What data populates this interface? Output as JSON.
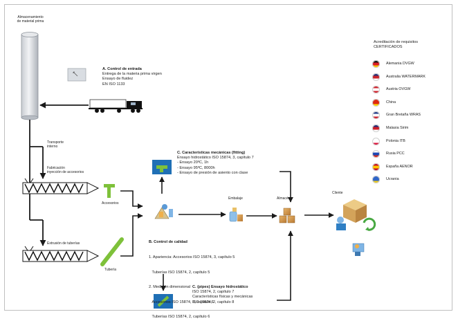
{
  "storage": {
    "title_lines": [
      "Almacenamiento",
      "de material prima"
    ]
  },
  "transport": {
    "title_lines": [
      "Transporte",
      "interno"
    ]
  },
  "section_a": {
    "title": "A. Control de entrada",
    "lines": [
      "Entrega de la materia prima virgen",
      "Ensayo de fluidez",
      "EN ISO 1133"
    ]
  },
  "injection": {
    "title_lines": [
      "Fabricación",
      "inyección de accesorios"
    ]
  },
  "accessories_label": "Accesorios",
  "extrusion": {
    "title": "Extrusión de tuberías"
  },
  "pipe_label": "Tubería",
  "section_c_top": {
    "title": "C. Características mecánicas (fitting)",
    "lines": [
      "Ensayo hidrostático ISO 15874, 3, capítulo 7",
      "- Ensayo 20ºC, 1h",
      "- Ensayo 95ºC, 8000h",
      "- Ensayo de presión de asiento con clase"
    ]
  },
  "section_b": {
    "title": "B. Control de calidad",
    "lines": [
      "1. Apariencia: Accesorios ISO 15874, 3, capítulo 5",
      "   Tuberías ISO 15874, 2, capítulo 5",
      "2. Medición dimensional",
      "   Accesorios ISO 15874, 3, capítulo 6",
      "   Tuberías ISO 15874, 2, capítulo 6"
    ]
  },
  "section_c_bottom": {
    "title": "C. (pipes)  Ensayo hidrostático",
    "lines": [
      "ISO 15874, 2, capítulo 7",
      "Características físicas y mecánicas",
      "ISO 15874, 2, capítulo 8"
    ]
  },
  "packaging_label": "Embalaje",
  "warehouse_label": "Almacén",
  "client_label": "Cliente",
  "legend": {
    "title_lines": [
      "Acreditación de requisitos",
      "CERTIFICADOS"
    ],
    "items": [
      {
        "label": "Alemania DVGW",
        "colors": [
          "#111111",
          "#dd1f26",
          "#f6c400"
        ]
      },
      {
        "label": "Australia WATERMARK",
        "colors": [
          "#1f2f7a",
          "#c9252c",
          "#ffffff"
        ]
      },
      {
        "label": "Austria OVGW",
        "colors": [
          "#d0222c",
          "#ffffff",
          "#d0222c"
        ]
      },
      {
        "label": "China",
        "colors": [
          "#de2910",
          "#de2910",
          "#ffde00"
        ]
      },
      {
        "label": "Gran Bretaña WRAS",
        "colors": [
          "#1f3a8a",
          "#ffffff",
          "#cf1f2e"
        ]
      },
      {
        "label": "Malasia Sirim",
        "colors": [
          "#1f2a7a",
          "#cc1f2a",
          "#ffffff"
        ]
      },
      {
        "label": "Polonia ITB",
        "colors": [
          "#ffffff",
          "#ffffff",
          "#dc143c"
        ]
      },
      {
        "label": "Rusia PCC",
        "colors": [
          "#ffffff",
          "#1c47b4",
          "#d52b1e"
        ]
      },
      {
        "label": "España AENOR",
        "colors": [
          "#c60b1e",
          "#ffc400",
          "#c60b1e"
        ]
      },
      {
        "label": "Ucrania",
        "colors": [
          "#2f66c8",
          "#2f66c8",
          "#f3cf1b"
        ]
      }
    ]
  }
}
